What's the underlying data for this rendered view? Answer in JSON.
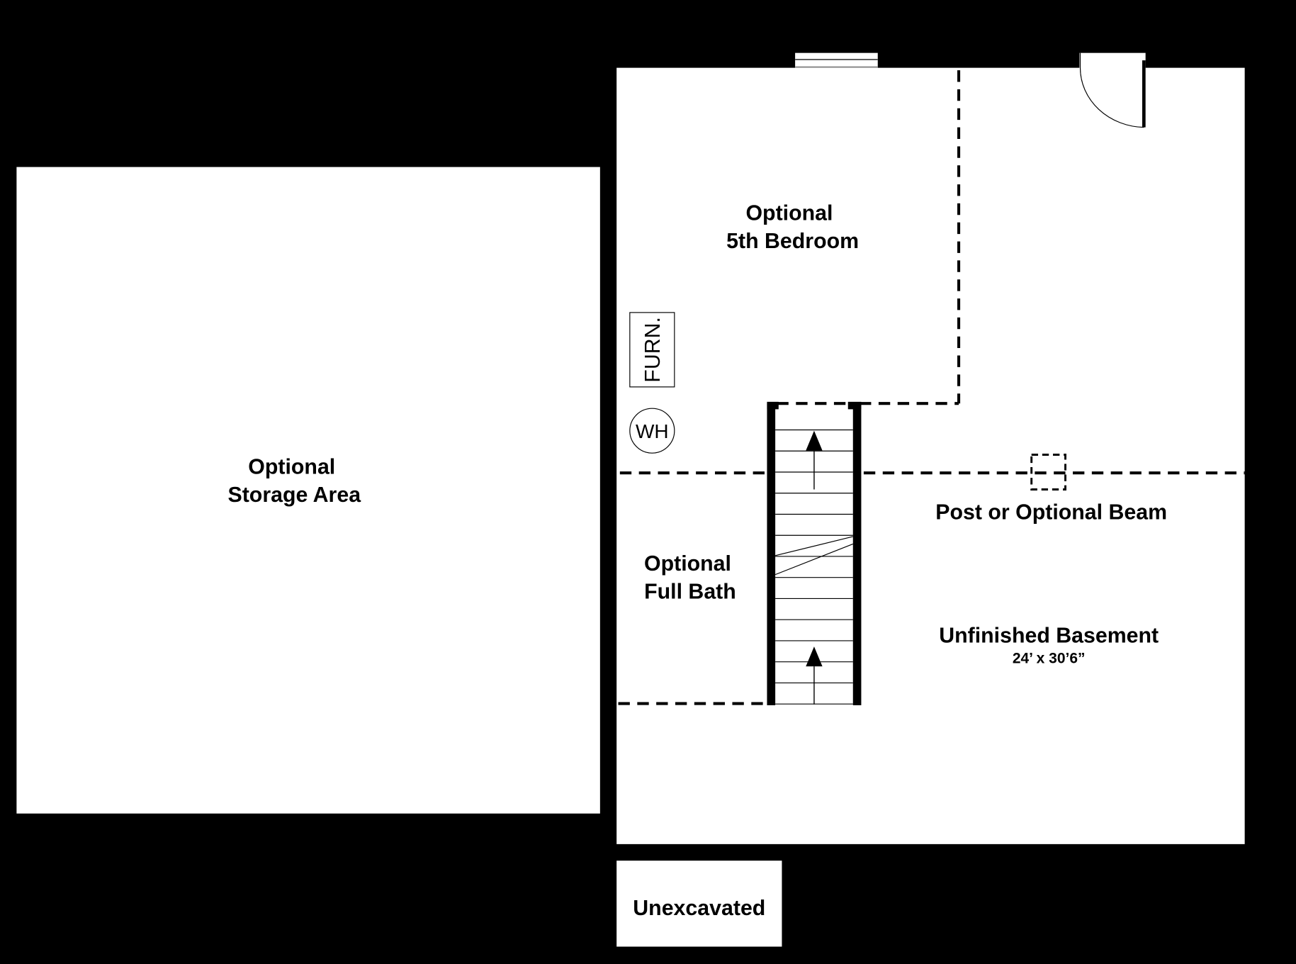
{
  "rooms": {
    "storage": {
      "line1": "Optional",
      "line2": "Storage Area"
    },
    "bedroom": {
      "line1": "Optional",
      "line2": "5th Bedroom"
    },
    "bath": {
      "line1": "Optional",
      "line2": "Full Bath"
    },
    "basement": {
      "name": "Unfinished Basement",
      "size": "24’ x 30’6”"
    },
    "unexcavated": {
      "name": "Unexcavated"
    }
  },
  "fixtures": {
    "furnace": "FURN.",
    "water_heater": "WH",
    "post": "Post or Optional Beam"
  },
  "colors": {
    "background": "#000000",
    "floor": "#ffffff"
  }
}
